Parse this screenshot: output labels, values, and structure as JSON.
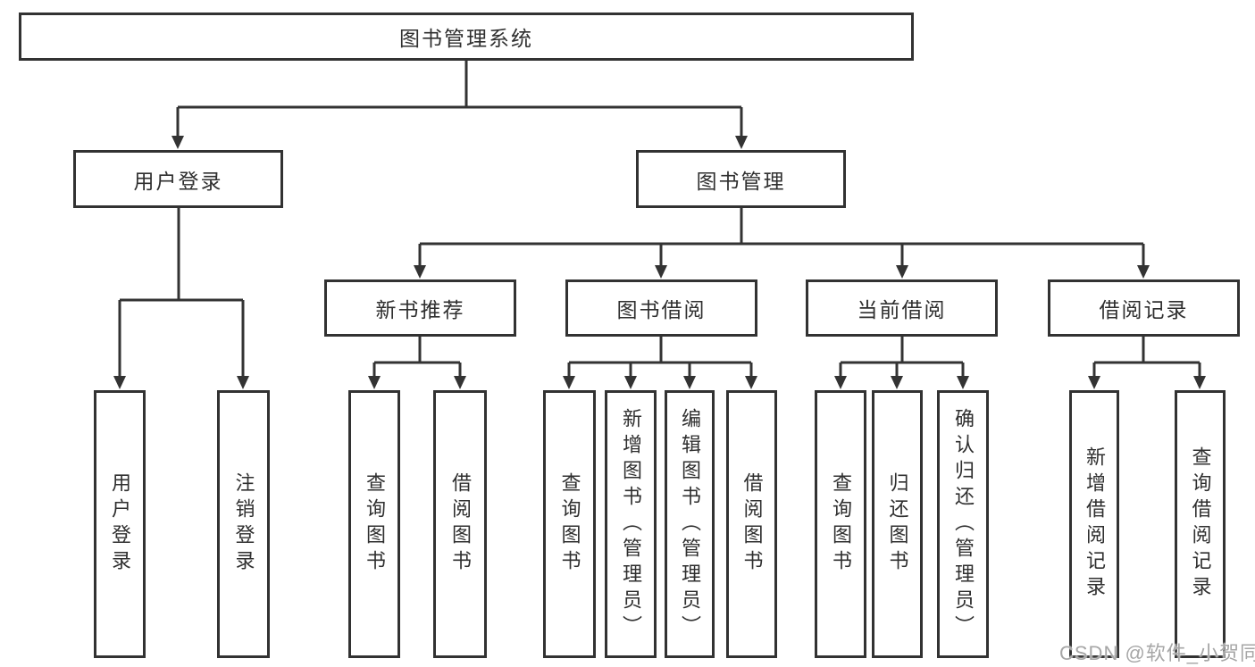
{
  "tree": {
    "label": "图书管理系统",
    "children": [
      {
        "label": "用户登录",
        "children": [
          {
            "label": "用户登录"
          },
          {
            "label": "注销登录"
          }
        ]
      },
      {
        "label": "图书管理",
        "children": [
          {
            "label": "新书推荐",
            "children": [
              {
                "label": "查询图书"
              },
              {
                "label": "借阅图书"
              }
            ]
          },
          {
            "label": "图书借阅",
            "children": [
              {
                "label": "查询图书"
              },
              {
                "label": "新增图书（管理员）"
              },
              {
                "label": "编辑图书（管理员）"
              },
              {
                "label": "借阅图书"
              }
            ]
          },
          {
            "label": "当前借阅",
            "children": [
              {
                "label": "查询图书"
              },
              {
                "label": "归还图书"
              },
              {
                "label": "确认归还（管理员）"
              }
            ]
          },
          {
            "label": "借阅记录",
            "children": [
              {
                "label": "新增借阅记录"
              },
              {
                "label": "查询借阅记录"
              }
            ]
          }
        ]
      }
    ]
  },
  "watermark": "CSDN @软件_小贺同学",
  "colors": {
    "line": "#333333",
    "box_border": "#323232",
    "text": "#2f2f2f",
    "background": "#ffffff",
    "watermark": "#a6a6a6"
  }
}
